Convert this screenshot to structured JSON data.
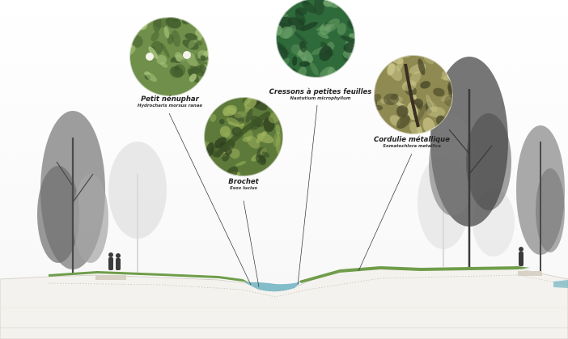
{
  "species": [
    {
      "id": "petit-nenuphar",
      "common": "Petit nénuphar",
      "latin": "Hydrocharis morsus ranae",
      "swatch": [
        "#6f8f4a",
        "#a7c37a",
        "#3f5a2a"
      ]
    },
    {
      "id": "brochet",
      "common": "Brochet",
      "latin": "Esox lucius",
      "swatch": [
        "#5e7a3a",
        "#9bb25a",
        "#2f4220"
      ]
    },
    {
      "id": "cressons",
      "common": "Cressons à petites feuilles",
      "latin": "Nastutium microphyllum",
      "swatch": [
        "#2f6a3a",
        "#6ea36a",
        "#1d3f24"
      ]
    },
    {
      "id": "cordulie",
      "common": "Cordulie métallique",
      "latin": "Somatochlora metallica",
      "swatch": [
        "#8f8a52",
        "#c9c487",
        "#4c4a2a"
      ]
    }
  ],
  "colors": {
    "ground": "#f4f2ee",
    "water": "#6fb3c2",
    "grass": "#6f9d4a",
    "tree_dark": "#6e6e6e",
    "tree_light": "#bdbdbd",
    "leader_line": "#333333"
  }
}
